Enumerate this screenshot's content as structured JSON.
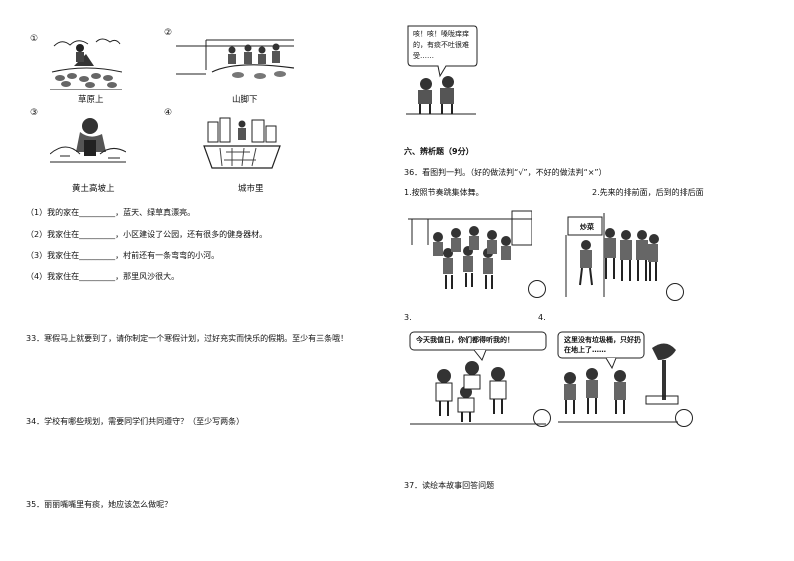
{
  "section32": {
    "markers": [
      "①",
      "②",
      "③",
      "④"
    ],
    "captions": [
      "草原上",
      "山脚下",
      "黄土高坡上",
      "城市里"
    ],
    "sentences": [
      "（1）我的家在_________，蓝天、绿草真漂亮。",
      "（2）我家住在_________，小区建设了公园，还有很多的健身器材。",
      "（3）我家住在_________，村前还有一条弯弯的小河。",
      "（4）我家住在_________，那里风沙很大。"
    ]
  },
  "q33": "33．寒假马上就要到了，请你制定一个寒假计划，过好充实而快乐的假期。至少有三条哦！",
  "q34": "34．学校有哪些规划，需要同学们共同遵守？（至少写两条）",
  "q35": "35．丽丽嘴嘴里有痰，她应该怎么做呢？",
  "top_bubble": "咳！咳！嗓咙痒痒的，有痰不吐很难受……",
  "section6_title": "六、辨析题（9分）",
  "q36": "36．看图判一判。（好的做法判“√”，不好的做法判“×”）",
  "q36_items": [
    "1.按照节奏跳集体舞。",
    "2.先来的排前面，后到的排后面",
    "3.",
    "4."
  ],
  "q36_sign": "炒菜",
  "q36_bubble3": "今天我值日，你们都得听我的！",
  "q36_bubble4": "这里没有垃圾桶，只好扔在地上了……",
  "q37": "37．读绘本故事回答问题"
}
